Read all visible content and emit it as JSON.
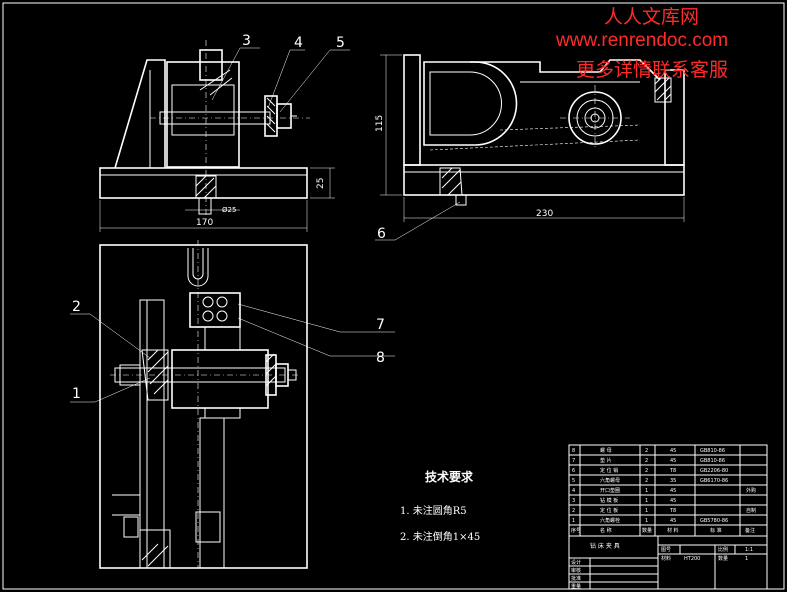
{
  "watermark": {
    "line1": "人人文库网",
    "line2": "www.renrendoc.com",
    "line3": "更多详情联系客服"
  },
  "part_labels": [
    "1",
    "2",
    "3",
    "4",
    "5",
    "6",
    "7",
    "8"
  ],
  "dimensions": {
    "height_left": "25",
    "width_front": "170",
    "bore": "Ø25",
    "height_side": "115",
    "width_side": "230"
  },
  "tech_requirements": {
    "title": "技术要求",
    "item1": "1. 未注圆角R5",
    "item2": "2. 未注倒角1×45"
  },
  "parts_list": [
    {
      "no": "8",
      "name": "螺  母",
      "qty": "2",
      "mat": "45",
      "std": "GB810-86",
      "note": ""
    },
    {
      "no": "7",
      "name": "垫  片",
      "qty": "2",
      "mat": "45",
      "std": "GB810-86",
      "note": ""
    },
    {
      "no": "6",
      "name": "定 位 销",
      "qty": "2",
      "mat": "T8",
      "std": "GB2206-80",
      "note": ""
    },
    {
      "no": "5",
      "name": "六角螺母",
      "qty": "2",
      "mat": "35",
      "std": "GB6170-86",
      "note": ""
    },
    {
      "no": "4",
      "name": "开口垫圈",
      "qty": "1",
      "mat": "45",
      "std": "",
      "note": "外购"
    },
    {
      "no": "3",
      "name": "钻 模 板",
      "qty": "1",
      "mat": "45",
      "std": "",
      "note": ""
    },
    {
      "no": "2",
      "name": "定 位 板",
      "qty": "1",
      "mat": "T8",
      "std": "",
      "note": "自制"
    },
    {
      "no": "1",
      "name": "六角螺栓",
      "qty": "1",
      "mat": "45",
      "std": "GB5780-86",
      "note": ""
    }
  ],
  "parts_header": {
    "no": "序号",
    "name": "名  称",
    "qty": "数量",
    "mat": "材  料",
    "std": "标  准",
    "note": "备注"
  },
  "title_block": {
    "drawing_name": "钻 床 夹 具",
    "scale_label": "比例",
    "scale": "1:1",
    "sheet_label": "图号",
    "material_label": "材料",
    "material": "HT200",
    "count_label": "数量",
    "count": "1",
    "mass_label": "重量",
    "designer_label": "设计",
    "checker_label": "审核",
    "approver_label": "批准"
  }
}
